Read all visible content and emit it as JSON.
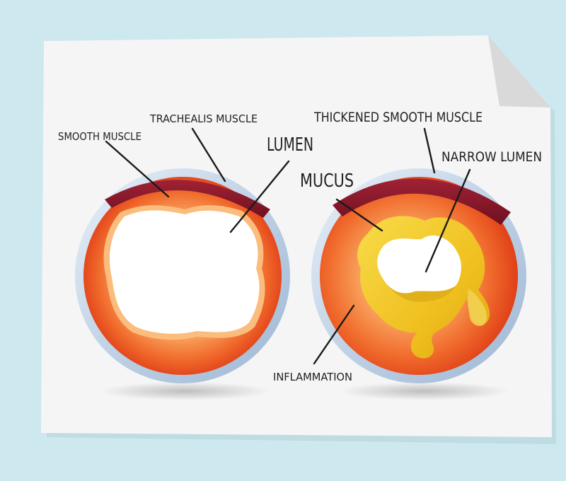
{
  "labels": {
    "smooth_muscle": "SMOOTH MUSCLE",
    "trachealis_muscle": "TRACHEALIS MUSCLE",
    "lumen": "LUMEN",
    "thickened_smooth_muscle": "THICKENED SMOOTH MUSCLE",
    "mucus": "MUCUS",
    "narrow_lumen": "NARROW LUMEN",
    "inflammation": "INFLAMMATION"
  },
  "colors": {
    "background": "#cde8ef",
    "paper": "#f4f4f4",
    "muscle_red": "#8e1a2a",
    "tissue_orange": "#ee5a22",
    "tissue_light": "#f9a35c",
    "mucus_yellow": "#f1c232",
    "outer_ring": "#bfd3e8",
    "leader_line": "#1a1a1a"
  }
}
